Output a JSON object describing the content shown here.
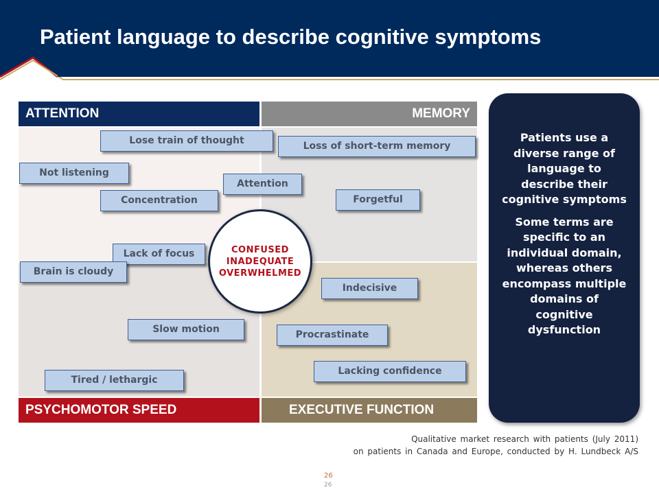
{
  "title": "Patient language to describe cognitive symptoms",
  "colors": {
    "header_bg": "#002a5c",
    "attention": "#0c2a5e",
    "memory": "#8a8a8a",
    "psychomotor": "#b3121d",
    "executive": "#8c7a5c",
    "panel_bg": "#14213f",
    "tag_bg": "#bdd0ea",
    "circle_text": "#b3121d"
  },
  "domains": {
    "attention": "ATTENTION",
    "memory": "MEMORY",
    "psychomotor": "PSYCHOMOTOR SPEED",
    "executive": "EXECUTIVE FUNCTION"
  },
  "terms": [
    "Lose train of thought",
    "Loss of short-term memory",
    "Not listening",
    "Attention",
    "Concentration",
    "Forgetful",
    "Lack of focus",
    "Brain is cloudy",
    "Indecisive",
    "Slow motion",
    "Procrastinate",
    "Lacking confidence",
    "Tired / lethargic"
  ],
  "center": {
    "line1": "CONFUSED",
    "line2": "INADEQUATE",
    "line3": "OVERWHELMED"
  },
  "panel": {
    "text1": "Patients use a diverse range of language to describe their cognitive symptoms",
    "text2": "Some terms are specific to an individual domain, whereas others encompass multiple domains of cognitive dysfunction"
  },
  "footnote": {
    "line1": "Qualitative market research with patients (July 2011)",
    "line2": "on patients in Canada and Europe, conducted by H. Lundbeck A/S"
  },
  "page_number": "26"
}
